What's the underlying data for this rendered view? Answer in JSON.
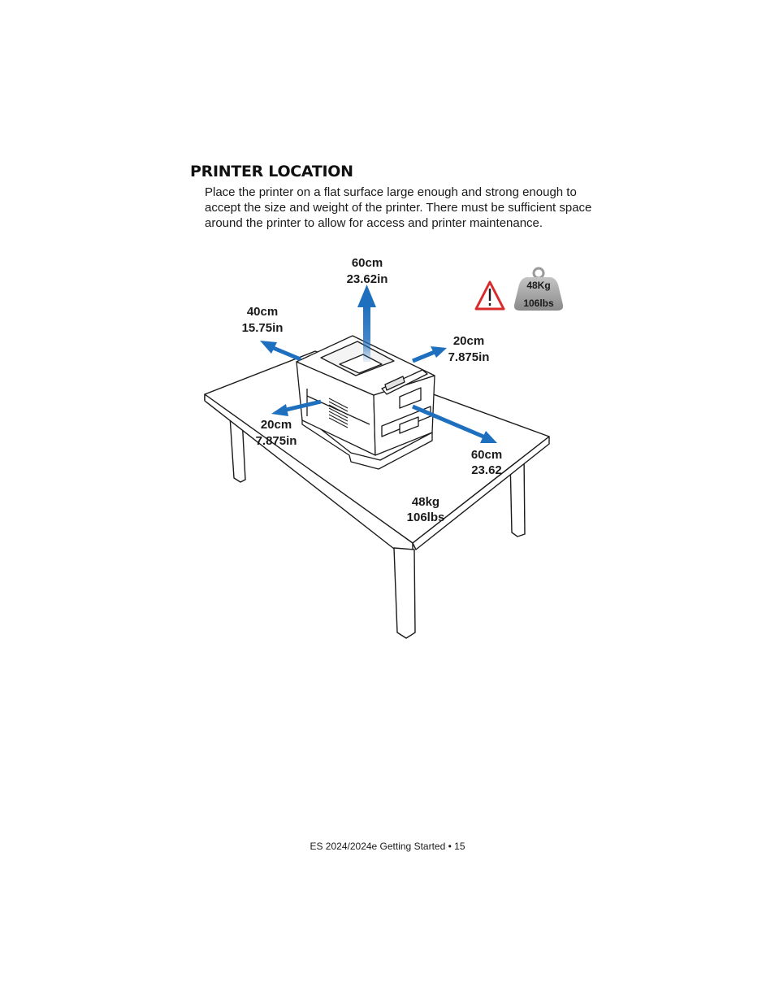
{
  "section": {
    "heading": "PRINTER LOCATION",
    "body": "Place the printer on a flat surface large enough and strong enough to accept the size and weight of the printer. There must be sufficient space around the printer to allow for access and printer maintenance."
  },
  "figure": {
    "clearance_top": {
      "metric": "60cm",
      "imperial": "23.62in"
    },
    "clearance_back_left": {
      "metric": "40cm",
      "imperial": "15.75in"
    },
    "clearance_back_right": {
      "metric": "20cm",
      "imperial": "7.875in"
    },
    "clearance_front_left": {
      "metric": "20cm",
      "imperial": "7.875in"
    },
    "clearance_front_right": {
      "metric": "60cm",
      "imperial": "23.62"
    },
    "weight_on_table": {
      "metric": "48kg",
      "imperial": "106lbs"
    },
    "weight_tag": {
      "metric": "48Kg",
      "imperial": "106lbs"
    },
    "colors": {
      "arrow": "#1f6fbf",
      "warning": "#d92b2b",
      "weight_tag": "#9a9a9a"
    },
    "icons": [
      "warning-triangle-icon",
      "weight-icon"
    ]
  },
  "footer": {
    "doc_title": "ES 2024/2024e Getting Started",
    "bullet": "•",
    "page_number": "15"
  }
}
